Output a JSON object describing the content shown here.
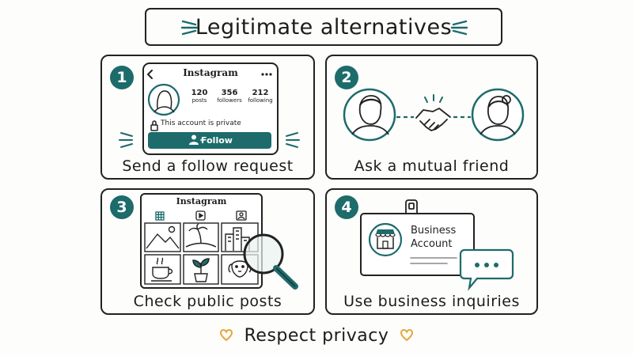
{
  "title": "Legitimate alternatives",
  "footer": "Respect privacy",
  "colors": {
    "accent": "#1d6b6b",
    "heart": "#e8a53c",
    "ink": "#222222"
  },
  "panels": [
    {
      "number": "1",
      "caption": "Send a follow request",
      "profile": {
        "app_name": "Instagram",
        "stats": [
          {
            "value": "120",
            "label": "posts"
          },
          {
            "value": "356",
            "label": "followers"
          },
          {
            "value": "212",
            "label": "following"
          }
        ],
        "private_notice": "This account is private",
        "follow_label": "Follow"
      }
    },
    {
      "number": "2",
      "caption": "Ask a mutual friend"
    },
    {
      "number": "3",
      "caption": "Check public posts",
      "feed": {
        "app_name": "Instagram"
      }
    },
    {
      "number": "4",
      "caption": "Use business inquiries",
      "card": {
        "line1": "Business",
        "line2": "Account"
      }
    }
  ],
  "icons": [
    "back-arrow-icon",
    "more-dots-icon",
    "avatar-woman-icon",
    "lock-icon",
    "add-user-icon",
    "man-portrait-icon",
    "woman-portrait-icon",
    "handshake-icon",
    "grid-icon",
    "reels-icon",
    "tagged-icon",
    "mountain-photo-icon",
    "palm-photo-icon",
    "city-photo-icon",
    "coffee-photo-icon",
    "plant-photo-icon",
    "dog-photo-icon",
    "magnifier-icon",
    "storefront-icon",
    "chat-bubble-icon",
    "heart-icon"
  ]
}
